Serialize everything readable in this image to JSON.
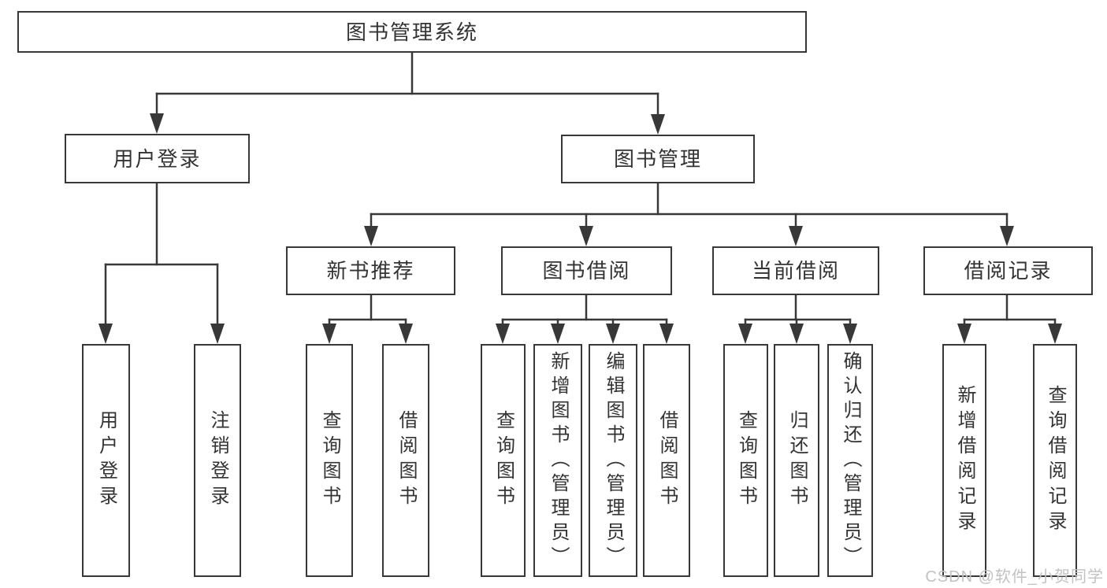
{
  "diagram": {
    "title": "图书管理系统",
    "branches": [
      {
        "label": "用户登录",
        "children": [
          "用户登录",
          "注销登录"
        ]
      },
      {
        "label": "图书管理",
        "sections": [
          {
            "label": "新书推荐",
            "children": [
              "查询图书",
              "借阅图书"
            ]
          },
          {
            "label": "图书借阅",
            "children": [
              "查询图书",
              "新增图书（管理员）",
              "编辑图书（管理员）",
              "借阅图书"
            ]
          },
          {
            "label": "当前借阅",
            "children": [
              "查询图书",
              "归还图书",
              "确认归还（管理员）"
            ]
          },
          {
            "label": "借阅记录",
            "children": [
              "新增借阅记录",
              "查询借阅记录"
            ]
          }
        ]
      }
    ]
  },
  "watermark": {
    "text": "CSDN @软件_小贺同学"
  },
  "colors": {
    "line": "#383838",
    "text": "#333333",
    "background": "#ffffff",
    "watermark": "#c2c2c2"
  }
}
